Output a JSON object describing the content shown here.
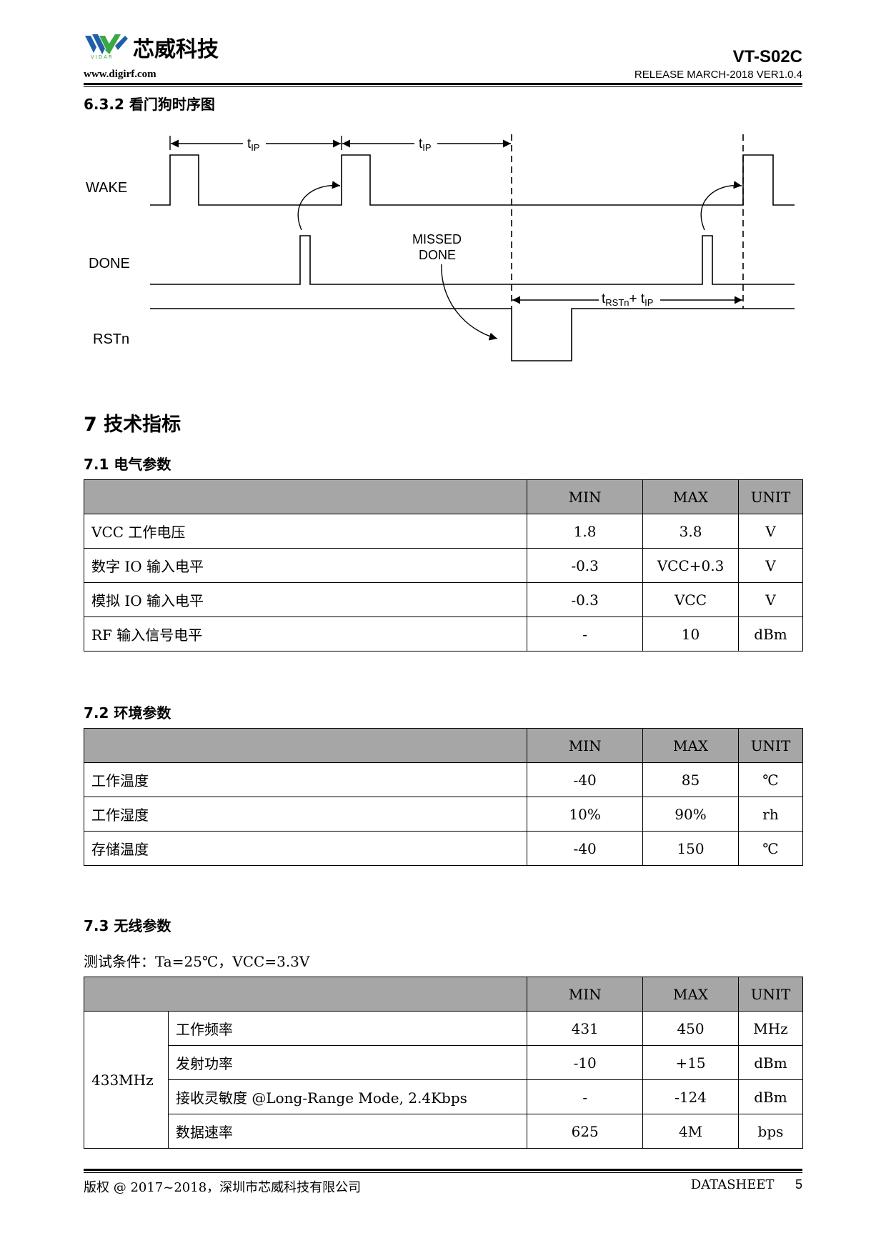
{
  "header": {
    "company": "芯威科技",
    "logo_sub": "VIDAR",
    "website": "www.digirf.com",
    "doc_code": "VT-S02C",
    "release": "RELEASE  MARCH-2018  VER1.0.4"
  },
  "sections": {
    "s632": "6.3.2  看门狗时序图",
    "s7": "7  技术指标",
    "s71": "7.1  电气参数",
    "s72": "7.2  环境参数",
    "s73": "7.3  无线参数"
  },
  "timing": {
    "signals": [
      "WAKE",
      "DONE",
      "RSTn"
    ],
    "t_ip": "t",
    "t_ip_sub": "IP",
    "missed": "MISSED",
    "done": "DONE",
    "t_rst": "t",
    "t_rst_sub": "RSTn",
    "t_plus": "+ t",
    "t_plus_sub": "IP"
  },
  "table_headers": {
    "min": "MIN",
    "max": "MAX",
    "unit": "UNIT"
  },
  "electrical": [
    {
      "name": "VCC  工作电压",
      "min": "1.8",
      "max": "3.8",
      "unit": "V"
    },
    {
      "name": "数字 IO 输入电平",
      "min": "-0.3",
      "max": "VCC+0.3",
      "unit": "V"
    },
    {
      "name": "模拟 IO 输入电平",
      "min": "-0.3",
      "max": "VCC",
      "unit": "V"
    },
    {
      "name": "RF 输入信号电平",
      "min": "-",
      "max": "10",
      "unit": "dBm"
    }
  ],
  "environment": [
    {
      "name": "工作温度",
      "min": "-40",
      "max": "85",
      "unit": "℃"
    },
    {
      "name": "工作湿度",
      "min": "10%",
      "max": "90%",
      "unit": "rh"
    },
    {
      "name": "存储温度",
      "min": "-40",
      "max": "150",
      "unit": "℃"
    }
  ],
  "wireless": {
    "condition": "测试条件：Ta=25℃，VCC=3.3V",
    "band": "433MHz",
    "rows": [
      {
        "name": "工作频率",
        "min": "431",
        "max": "450",
        "unit": "MHz"
      },
      {
        "name": "发射功率",
        "min": "-10",
        "max": "+15",
        "unit": "dBm"
      },
      {
        "name": "接收灵敏度  @Long-Range Mode, 2.4Kbps",
        "min": "-",
        "max": "-124",
        "unit": "dBm"
      },
      {
        "name": "数据速率",
        "min": "625",
        "max": "4M",
        "unit": "bps"
      }
    ]
  },
  "footer": {
    "copyright": "版权  @ 2017~2018，深圳市芯威科技有限公司",
    "label": "DATASHEET",
    "page": "5"
  },
  "colors": {
    "table_header_bg": "#a6a6a6",
    "logo_blue": "#1f5fa8",
    "logo_green": "#3aa845"
  }
}
